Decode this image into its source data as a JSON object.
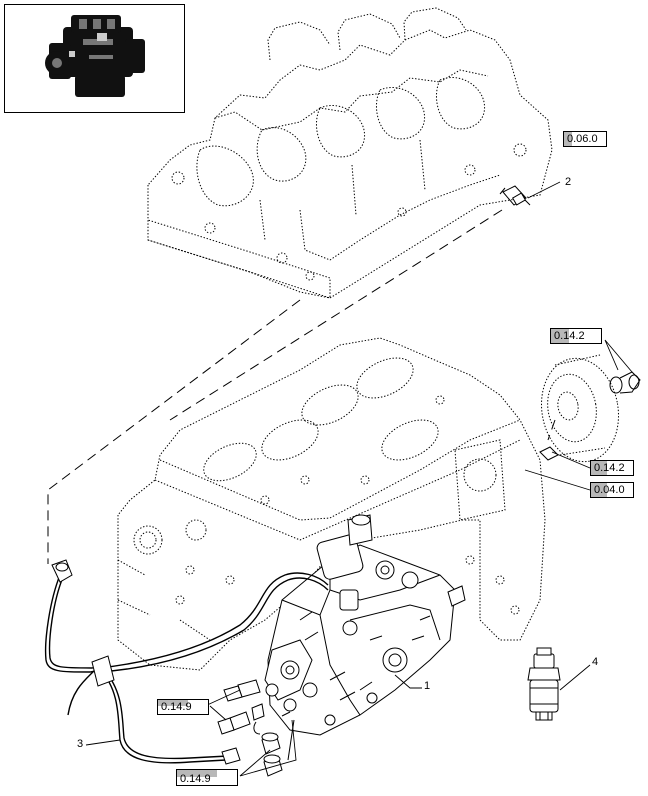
{
  "callouts": [
    {
      "id": "1",
      "label": "1"
    },
    {
      "id": "2",
      "label": "2"
    },
    {
      "id": "3",
      "label": "3"
    },
    {
      "id": "4",
      "label": "4"
    }
  ],
  "refs": [
    {
      "id": "cyl-head",
      "label": "0.06.0"
    },
    {
      "id": "gear-top",
      "label": "0.14.2"
    },
    {
      "id": "gear-bottom",
      "label": "0.14.2"
    },
    {
      "id": "block",
      "label": "0.04.0"
    },
    {
      "id": "pump-upper",
      "label": "0.14.9"
    },
    {
      "id": "pump-lower",
      "label": "0.14.9"
    }
  ]
}
